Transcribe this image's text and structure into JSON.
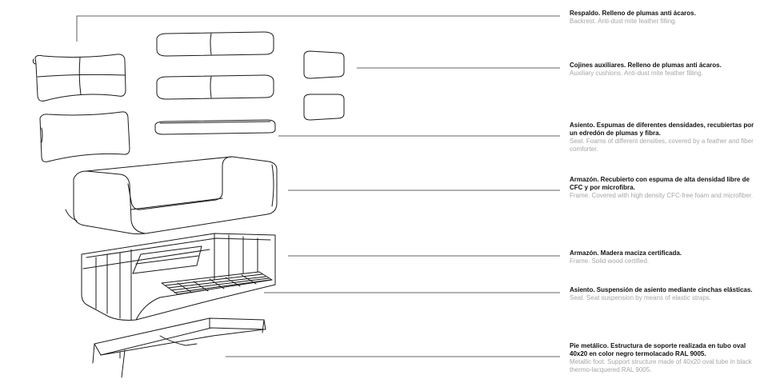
{
  "labels": [
    {
      "es": "Respaldo. Relleno de plumas anti ácaros.",
      "en": "Backrest. Anti-dust mite feather filling."
    },
    {
      "es": "Cojines auxiliares. Relleno de plumas anti ácaros.",
      "en": "Auxiliary cushions. Anti-dust mite feather filling."
    },
    {
      "es": "Asiento. Espumas de diferentes densidades, recubiertas por un edredón de plumas y fibra.",
      "en": "Seat. Foams of different densities, covered by a feather and fiber comforter."
    },
    {
      "es": "Armazón. Recubierto con espuma de alta densidad libre de CFC y por microfibra.",
      "en": "Frame. Covered with high density CFC-free foam and microfiber."
    },
    {
      "es": "Armazón. Madera maciza certificada.",
      "en": "Frame. Solid wood certified."
    },
    {
      "es": "Asiento. Suspensión de asiento mediante cinchas elásticas.",
      "en": "Seat. Seat suspension by means of elastic straps."
    },
    {
      "es": "Pie metálico. Estructura de soporte realizada en tubo oval 40x20 en color negro termolacado RAL 9005.",
      "en": "Metallic foot. Support structure made of 40x20 oval tube in black thermo-lacquered RAL 9005."
    }
  ]
}
